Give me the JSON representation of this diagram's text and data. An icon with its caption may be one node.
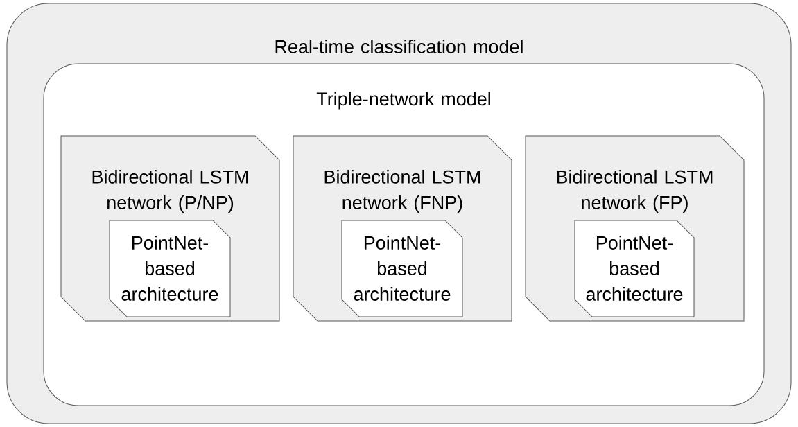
{
  "diagram": {
    "nodes": [
      {
        "text": [
          "Real-time classification model"
        ]
      },
      {
        "text": [
          "Triple-network model"
        ],
        "in": 0
      },
      {
        "text": [
          "Bidirectional LSTM network (P/NP)"
        ],
        "in": 1
      },
      {
        "text": [
          "PointNet-based architecture"
        ],
        "in": 2
      },
      {
        "text": [
          "Bidirectional LSTM network (FNP)"
        ],
        "in": 1
      },
      {
        "text": [
          "PointNet-based architecture"
        ],
        "in": 4
      },
      {
        "text": [
          "Bidirectional LSTM network (FP)"
        ],
        "in": 1
      },
      {
        "text": [
          "PointNet-based architecture"
        ],
        "in": 6
      }
    ]
  }
}
